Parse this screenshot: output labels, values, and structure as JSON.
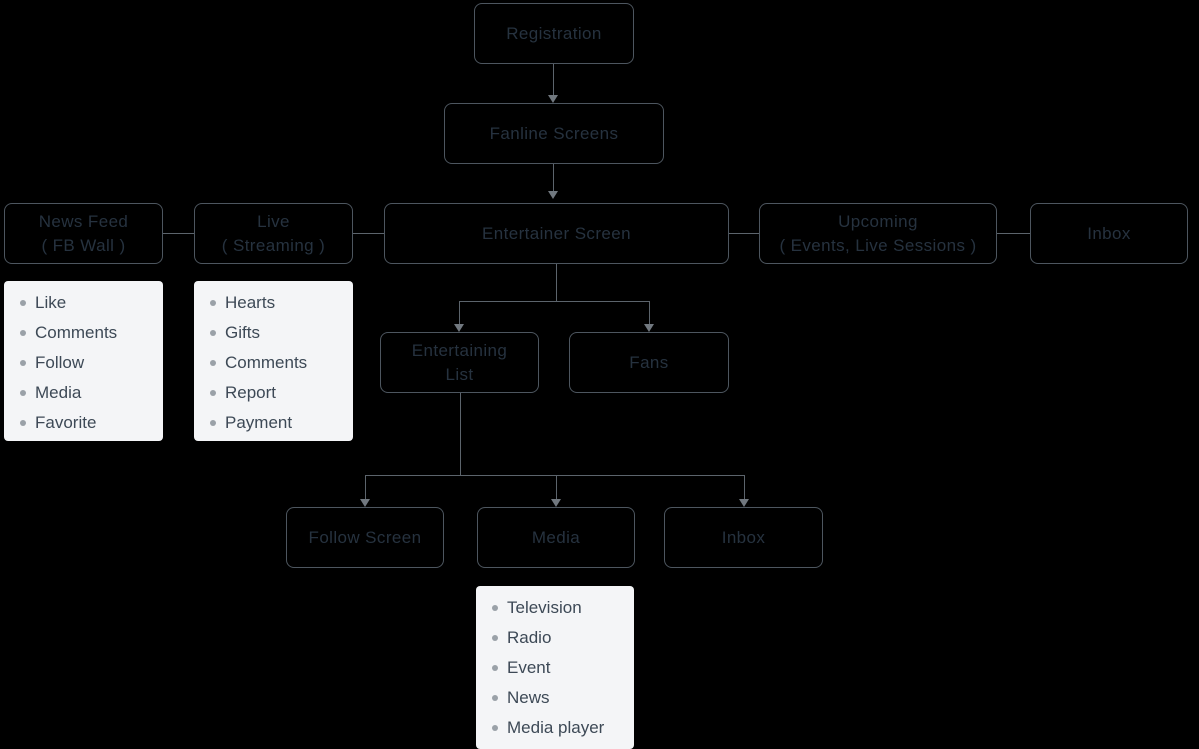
{
  "colors": {
    "background": "#000000",
    "node_border": "#4d565f",
    "node_text": "#26323f",
    "connector": "#5c646c",
    "arrow": "#71787f",
    "list_bg": "#f4f5f7",
    "list_text": "#3d4956",
    "bullet": "#9aa1a8"
  },
  "nodes": {
    "registration": {
      "label": "Registration"
    },
    "fanline_screens": {
      "label": "Fanline Screens"
    },
    "news_feed": {
      "line1": "News Feed",
      "line2": "( FB Wall )"
    },
    "live": {
      "line1": "Live",
      "line2": "( Streaming )"
    },
    "entertainer_screen": {
      "label": "Entertainer Screen"
    },
    "upcoming": {
      "line1": "Upcoming",
      "line2": "( Events, Live Sessions )"
    },
    "inbox_top": {
      "label": "Inbox"
    },
    "entertaining_list": {
      "line1": "Entertaining",
      "line2": "List"
    },
    "fans": {
      "label": "Fans"
    },
    "follow_screen": {
      "label": "Follow Screen"
    },
    "media": {
      "label": "Media"
    },
    "inbox_bottom": {
      "label": "Inbox"
    }
  },
  "lists": {
    "news_feed_features": {
      "items": [
        "Like",
        "Comments",
        "Follow",
        "Media",
        "Favorite"
      ]
    },
    "live_features": {
      "items": [
        "Hearts",
        "Gifts",
        "Comments",
        "Report",
        "Payment"
      ]
    },
    "media_features": {
      "items": [
        "Television",
        "Radio",
        "Event",
        "News",
        "Media player"
      ]
    }
  }
}
